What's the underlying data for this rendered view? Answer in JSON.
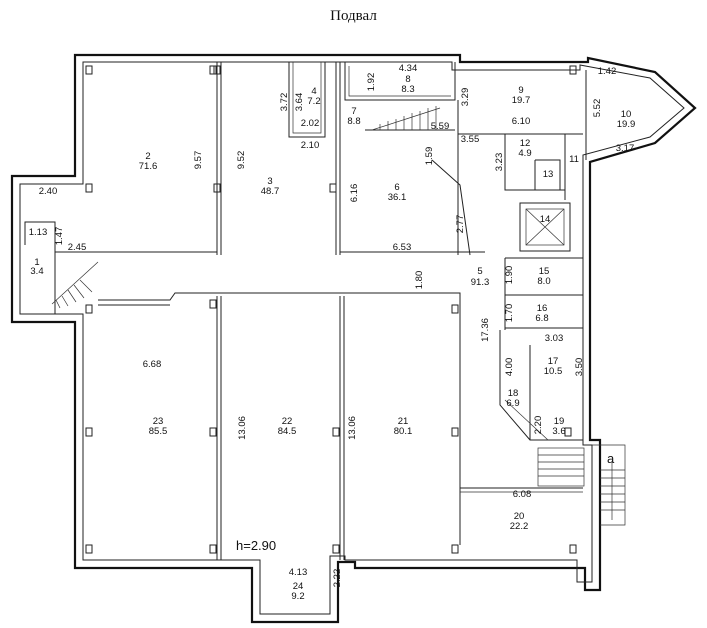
{
  "title": "Подвал",
  "height_note": "h=2.90",
  "entrance_label": "а",
  "rooms": [
    {
      "id": "1",
      "no": "1",
      "area": "3.4"
    },
    {
      "id": "2",
      "no": "2",
      "area": "71.6"
    },
    {
      "id": "3",
      "no": "3",
      "area": "48.7"
    },
    {
      "id": "4",
      "no": "4",
      "area": "7.2"
    },
    {
      "id": "5",
      "no": "5",
      "area": "91.3"
    },
    {
      "id": "6",
      "no": "6",
      "area": "36.1"
    },
    {
      "id": "7",
      "no": "7",
      "area": "8.8"
    },
    {
      "id": "8",
      "no": "8",
      "area": "8.3"
    },
    {
      "id": "9",
      "no": "9",
      "area": "19.7"
    },
    {
      "id": "10",
      "no": "10",
      "area": "19.9"
    },
    {
      "id": "11",
      "no": "11",
      "area": ""
    },
    {
      "id": "12",
      "no": "12",
      "area": "4.9"
    },
    {
      "id": "13",
      "no": "13",
      "area": ""
    },
    {
      "id": "14",
      "no": "14",
      "area": ""
    },
    {
      "id": "15",
      "no": "15",
      "area": "8.0"
    },
    {
      "id": "16",
      "no": "16",
      "area": "6.8"
    },
    {
      "id": "17",
      "no": "17",
      "area": "10.5"
    },
    {
      "id": "18",
      "no": "18",
      "area": "6.9"
    },
    {
      "id": "19",
      "no": "19",
      "area": "3.6"
    },
    {
      "id": "20",
      "no": "20",
      "area": "22.2"
    },
    {
      "id": "21",
      "no": "21",
      "area": "80.1"
    },
    {
      "id": "22",
      "no": "22",
      "area": "84.5"
    },
    {
      "id": "23",
      "no": "23",
      "area": "85.5"
    },
    {
      "id": "24",
      "no": "24",
      "area": "9.2"
    }
  ],
  "dimensions": [
    "1.42",
    "5.52",
    "3.17",
    "4.34",
    "1.92",
    "3.72",
    "3.64",
    "2.02",
    "2.10",
    "3.29",
    "6.10",
    "3.55",
    "5.59",
    "1.59",
    "9.57",
    "9.52",
    "6.16",
    "2.77",
    "6.53",
    "2.40",
    "1.13",
    "1.47",
    "2.45",
    "1.80",
    "1.90",
    "1.70",
    "17.36",
    "3.03",
    "4.00",
    "3.50",
    "2.20",
    "6.68",
    "13.06",
    "13.06",
    "6.08",
    "3.23",
    "4.13",
    "2.22"
  ]
}
